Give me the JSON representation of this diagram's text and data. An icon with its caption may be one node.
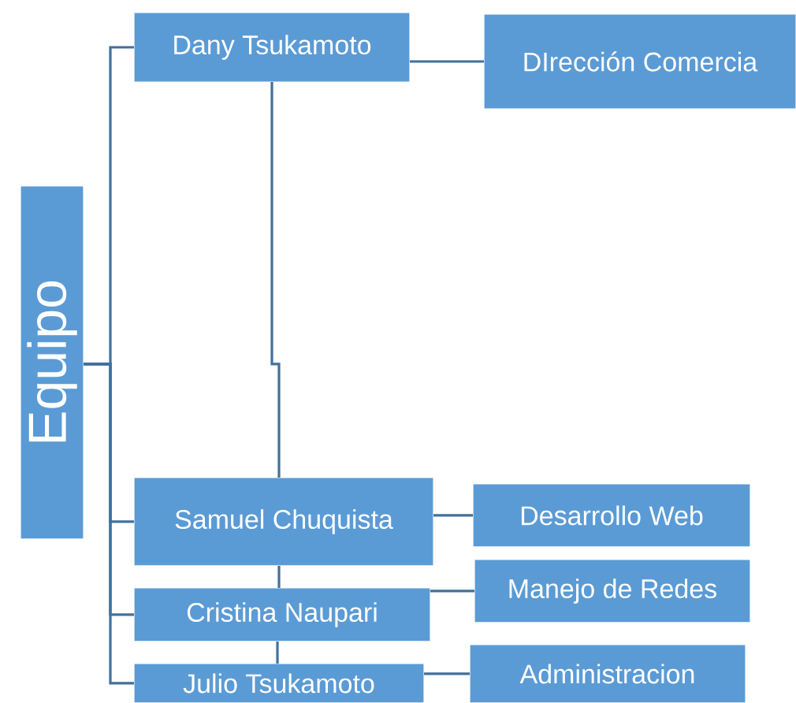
{
  "diagram": {
    "nodes": [
      {
        "text": [
          "Equipo"
        ]
      },
      {
        "text": [
          "Dany Tsukamoto"
        ]
      },
      {
        "text": [
          "DIrección Comercia"
        ]
      },
      {
        "text": [
          "Samuel Chuquista"
        ]
      },
      {
        "text": [
          "Desarrollo Web"
        ]
      },
      {
        "text": [
          "Cristina Naupari"
        ]
      },
      {
        "text": [
          "Manejo de Redes"
        ]
      },
      {
        "text": [
          "Julio Tsukamoto"
        ]
      },
      {
        "text": [
          "Administracion"
        ]
      }
    ],
    "edges": [
      {
        "from": 0,
        "to": 1,
        "arrow": "none"
      },
      {
        "from": 0,
        "to": 3,
        "arrow": "none"
      },
      {
        "from": 0,
        "to": 5,
        "arrow": "none"
      },
      {
        "from": 0,
        "to": 7,
        "arrow": "none"
      },
      {
        "from": 1,
        "to": 2,
        "arrow": "none"
      },
      {
        "from": 1,
        "to": 3,
        "arrow": "none"
      },
      {
        "from": 3,
        "to": 4,
        "arrow": "none"
      },
      {
        "from": 3,
        "to": 5,
        "arrow": "none"
      },
      {
        "from": 5,
        "to": 6,
        "arrow": "none"
      },
      {
        "from": 5,
        "to": 7,
        "arrow": "none"
      },
      {
        "from": 7,
        "to": 8,
        "arrow": "none"
      }
    ]
  }
}
